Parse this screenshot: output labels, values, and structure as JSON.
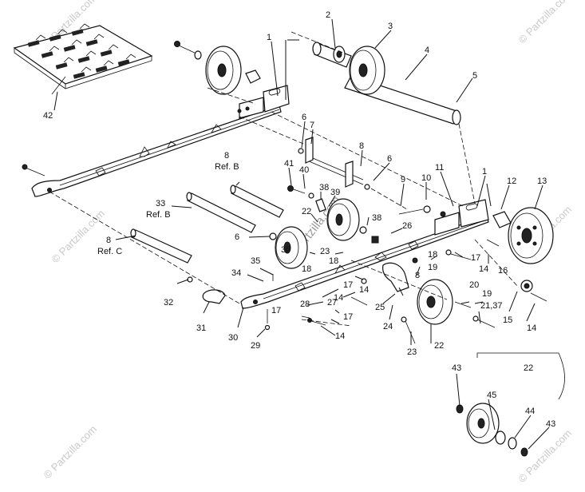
{
  "watermark": {
    "text": "© Partzilla.com",
    "color": "#c9c9c9",
    "center_text": "© Partzilla.com"
  },
  "labels": {
    "l1a": "1",
    "l1b": "1",
    "l2": "2",
    "l3": "3",
    "l4": "4",
    "l5": "5",
    "l6a": "6",
    "l6b": "6",
    "l6c": "6",
    "l7": "7",
    "l8a": "8",
    "l8b": "8",
    "l8c": "8",
    "l8d": "8",
    "l9": "9",
    "l10": "10",
    "l11": "11",
    "l12": "12",
    "l13": "13",
    "l14a": "14",
    "l14b": "14",
    "l14c": "14",
    "l14d": "14",
    "l14e": "14",
    "l15": "15",
    "l16": "16",
    "l17a": "17",
    "l17b": "17",
    "l17c": "17",
    "l17d": "17",
    "l18a": "18",
    "l18b": "18",
    "l18c": "18",
    "l19a": "19",
    "l19b": "19",
    "l20": "20",
    "l21_37": "21,37",
    "l22a": "22",
    "l22b": "22",
    "l22c": "22",
    "l23a": "23",
    "l23b": "23",
    "l24": "24",
    "l25": "25",
    "l26": "26",
    "l27": "27",
    "l28": "28",
    "l29": "29",
    "l30": "30",
    "l31": "31",
    "l32": "32",
    "l33": "33",
    "l34": "34",
    "l35": "35",
    "l36": "36",
    "l38a": "38",
    "l38b": "38",
    "l39": "39",
    "l40": "40",
    "l41": "41",
    "l42": "42",
    "l43a": "43",
    "l43b": "43",
    "l44": "44",
    "l45": "45"
  },
  "refs": {
    "ref_b1": "Ref. B",
    "ref_b2": "Ref. B",
    "ref_c": "Ref. C"
  }
}
